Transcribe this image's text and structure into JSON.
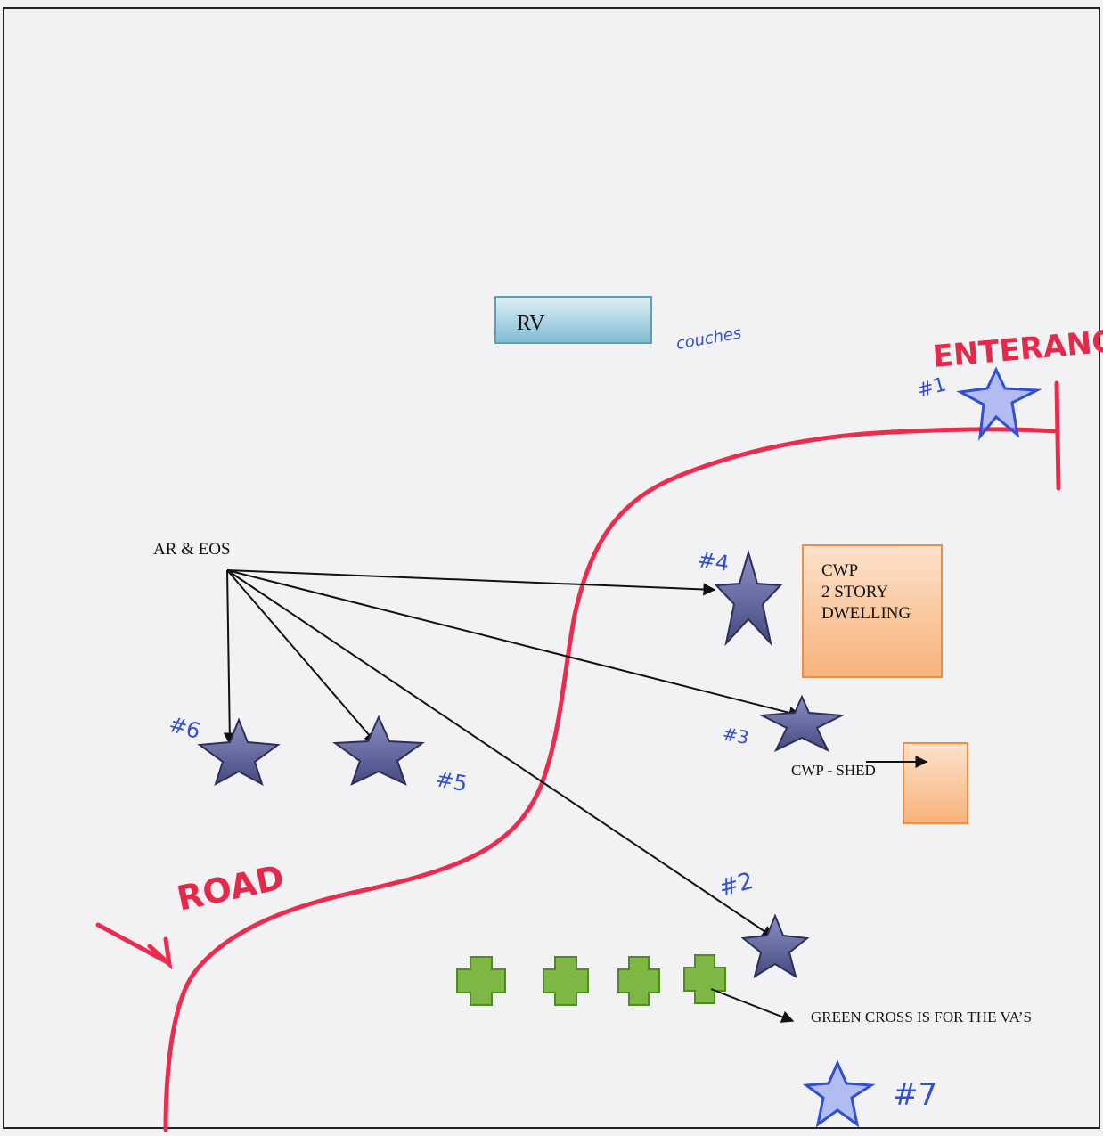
{
  "colors": {
    "road": "#ec2c4f",
    "star_fill": "#5b5f95",
    "star_stroke": "#2c2e5a",
    "hand_blue": "#2f4fd4",
    "rv_fill": "#a9d3e4",
    "building_fill": "#fac49a",
    "building_stroke": "#f08d45",
    "cross_fill": "#7cb843",
    "arrow": "#111111"
  },
  "labels": {
    "rv": "RV",
    "couches": "couches",
    "entrance": "ENTERANCE",
    "ar_eos": "AR & EOS",
    "cwp_line1": "CWP",
    "cwp_line2": "2 STORY",
    "cwp_line3": "DWELLING",
    "cwp_shed": "CWP - SHED",
    "road": "ROAD",
    "green_cross_note": "GREEN CROSS IS FOR THE VA’S"
  },
  "markers": {
    "m1": "#1",
    "m2": "#2",
    "m3": "#3",
    "m4": "#4",
    "m5": "#5",
    "m6": "#6",
    "m7": "#7"
  },
  "icons": {
    "star": "star-icon",
    "hand_star": "hand-drawn-star-icon",
    "green_cross": "green-cross-icon"
  }
}
